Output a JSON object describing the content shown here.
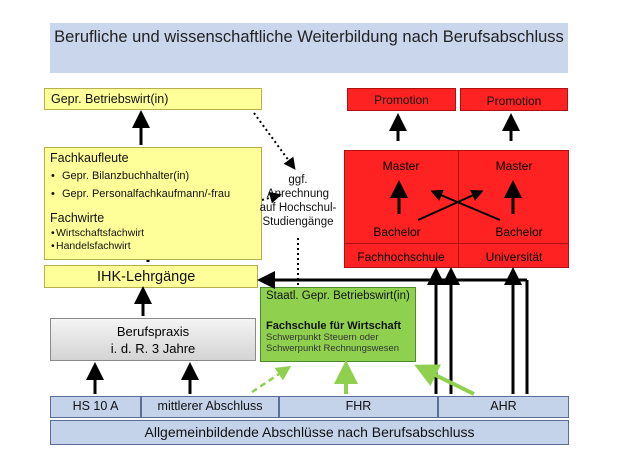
{
  "title": "Berufliche und wissenschaftliche Weiterbildung nach Berufsabschluss",
  "betriebswirt": "Gepr. Betriebswirt(in)",
  "fachkaufleute": {
    "heading": "Fachkaufleute",
    "items": [
      "Gepr. Bilanzbuchhalter(in)",
      "Gepr. Personalfachkaufmann/-frau"
    ]
  },
  "fachwirte": {
    "heading": "Fachwirte",
    "items": [
      "Wirtschaftsfachwirt",
      "Handelsfachwirt"
    ]
  },
  "ihk": "IHK-Lehrgänge",
  "berufspraxis": {
    "line1": "Berufspraxis",
    "line2": "i. d. R. 3 Jahre"
  },
  "anrechnung": [
    "ggf.",
    "Anrechnung",
    "auf Hochschul-",
    "Studiengänge"
  ],
  "fachschule": {
    "title1": "Staatl. Gepr. Betriebswirt(in)",
    "title2": "Fachschule für Wirtschaft",
    "detail1": "Schwerpunkt  Steuern oder",
    "detail2": "Schwerpunkt Rechnungswesen"
  },
  "hochschule": {
    "promotion_left": "Promotion",
    "promotion_right": "Promotion",
    "master_left": "Master",
    "master_right": "Master",
    "bachelor_left": "Bachelor",
    "bachelor_right": "Bachelor",
    "fachhochschule": "Fachhochschule",
    "universitaet": "Universität"
  },
  "abschluesse": [
    "HS 10 A",
    "mittlerer Abschluss",
    "FHR",
    "AHR"
  ],
  "footer": "Allgemeinbildende Abschlüsse nach Berufsabschluss",
  "colors": {
    "title_bg": "#c9d6ec",
    "yellow": "#ffff99",
    "red": "#ff2222",
    "green": "#8fd14f",
    "blue": "#c5d3ea"
  }
}
